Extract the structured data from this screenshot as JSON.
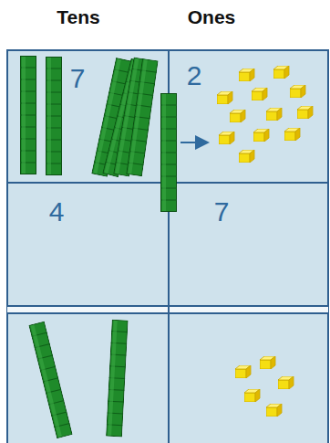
{
  "diagram": {
    "labels": [
      "Tens",
      "Ones",
      "7",
      "2",
      "4",
      "7"
    ]
  }
}
